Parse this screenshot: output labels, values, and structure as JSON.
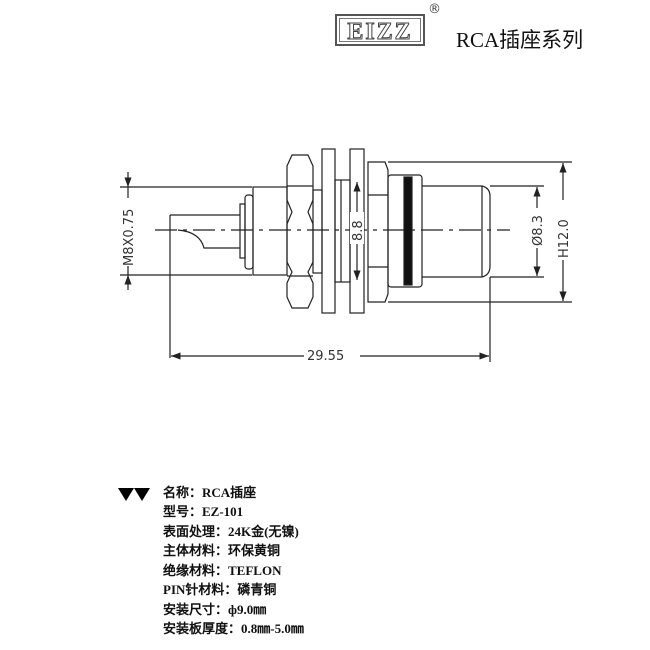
{
  "header": {
    "logo_text": "EIZZ",
    "registered_mark": "®",
    "title": "RCA插座系列"
  },
  "drawing": {
    "dimensions": {
      "thread": "M8X0.75",
      "hex": "8.8",
      "diameter": "Ø8.3",
      "height": "H12.0",
      "length": "29.55"
    }
  },
  "specs": {
    "bullet_icon": "double-triangle-down",
    "items": [
      "名称：RCA插座",
      "型号：EZ-101",
      "表面处理：24K金(无镍)",
      "主体材料：环保黄铜",
      "绝缘材料：TEFLON",
      "PIN针材料：磷青铜",
      "安装尺寸：ф9.0㎜",
      "安装板厚度：0.8㎜-5.0㎜"
    ]
  }
}
